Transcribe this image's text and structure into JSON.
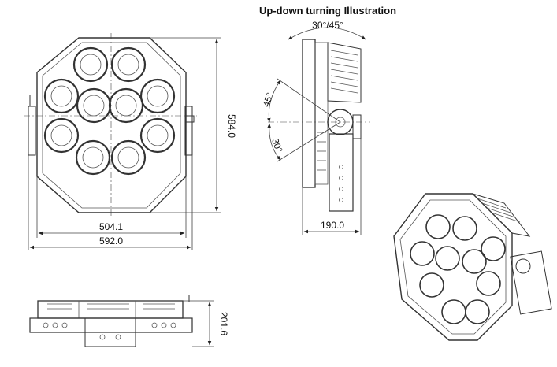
{
  "labels": {
    "illustration_title": "Up-down turning Illustration",
    "turn_range": "30°/45°",
    "angle_up": "45°",
    "angle_down": "30°",
    "height": "584.0",
    "inner_width": "504.1",
    "overall_width": "592.0",
    "depth": "190.0",
    "bottom_height": "201.6"
  }
}
